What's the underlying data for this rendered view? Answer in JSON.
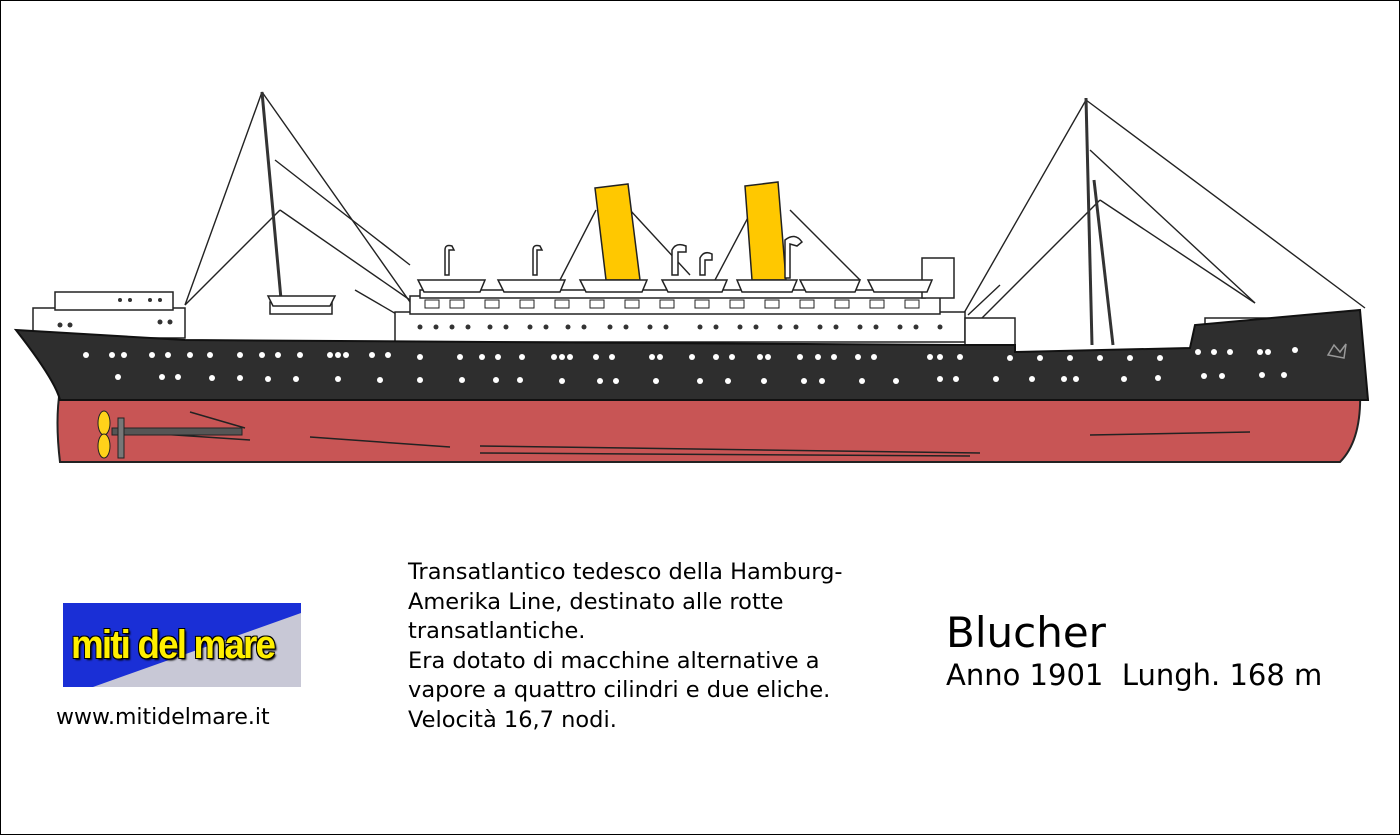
{
  "ship": {
    "name": "Blucher",
    "year_label": "Anno 1901",
    "length_label": "Lungh. 168 m",
    "colors": {
      "hull_upper": "#2e2e2e",
      "hull_lower": "#c85555",
      "funnel": "#ffc800",
      "superstructure": "#ffffff",
      "portholes": "#ffffff",
      "propeller": "#ffd21a"
    }
  },
  "description": {
    "lines": [
      "Transatlantico tedesco della Hamburg-",
      "Amerika Line, destinato alle rotte",
      "transatlantiche.",
      "Era dotato di macchine alternative a",
      "vapore a quattro cilindri e due eliche.",
      "Velocità 16,7 nodi."
    ]
  },
  "logo": {
    "text": "miti del mare",
    "background_color": "#1a2fd6",
    "text_color": "#ffef00"
  },
  "website": "www.mitidelmare.it"
}
